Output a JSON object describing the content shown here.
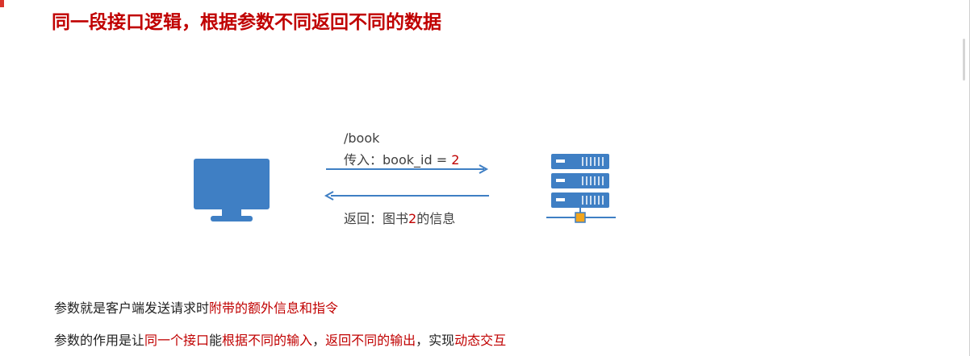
{
  "title": "同一段接口逻辑，根据参数不同返回不同的数据",
  "diagram": {
    "request_path": "/book",
    "request_param_prefix": "传入：book_id = ",
    "request_param_value": "2",
    "response_prefix": "返回：图书",
    "response_value": "2",
    "response_suffix": "的信息",
    "client_icon": "monitor-icon",
    "server_icon": "server-icon",
    "icon_color": "#3f7fc4"
  },
  "notes": {
    "line1": {
      "plain": "参数就是客户端发送请求时",
      "highlight": "附带的额外信息和指令"
    },
    "line2": {
      "part1": "参数的作用是让",
      "hl1": "同一个接口",
      "part2": "能",
      "hl2": "根据不同的输入",
      "part3": "，",
      "hl3": "返回不同的输出",
      "part4": "，实现",
      "hl4": "动态交互"
    }
  },
  "colors": {
    "accent": "#c00000",
    "arrow": "#3f7fc4",
    "text": "#404040"
  }
}
